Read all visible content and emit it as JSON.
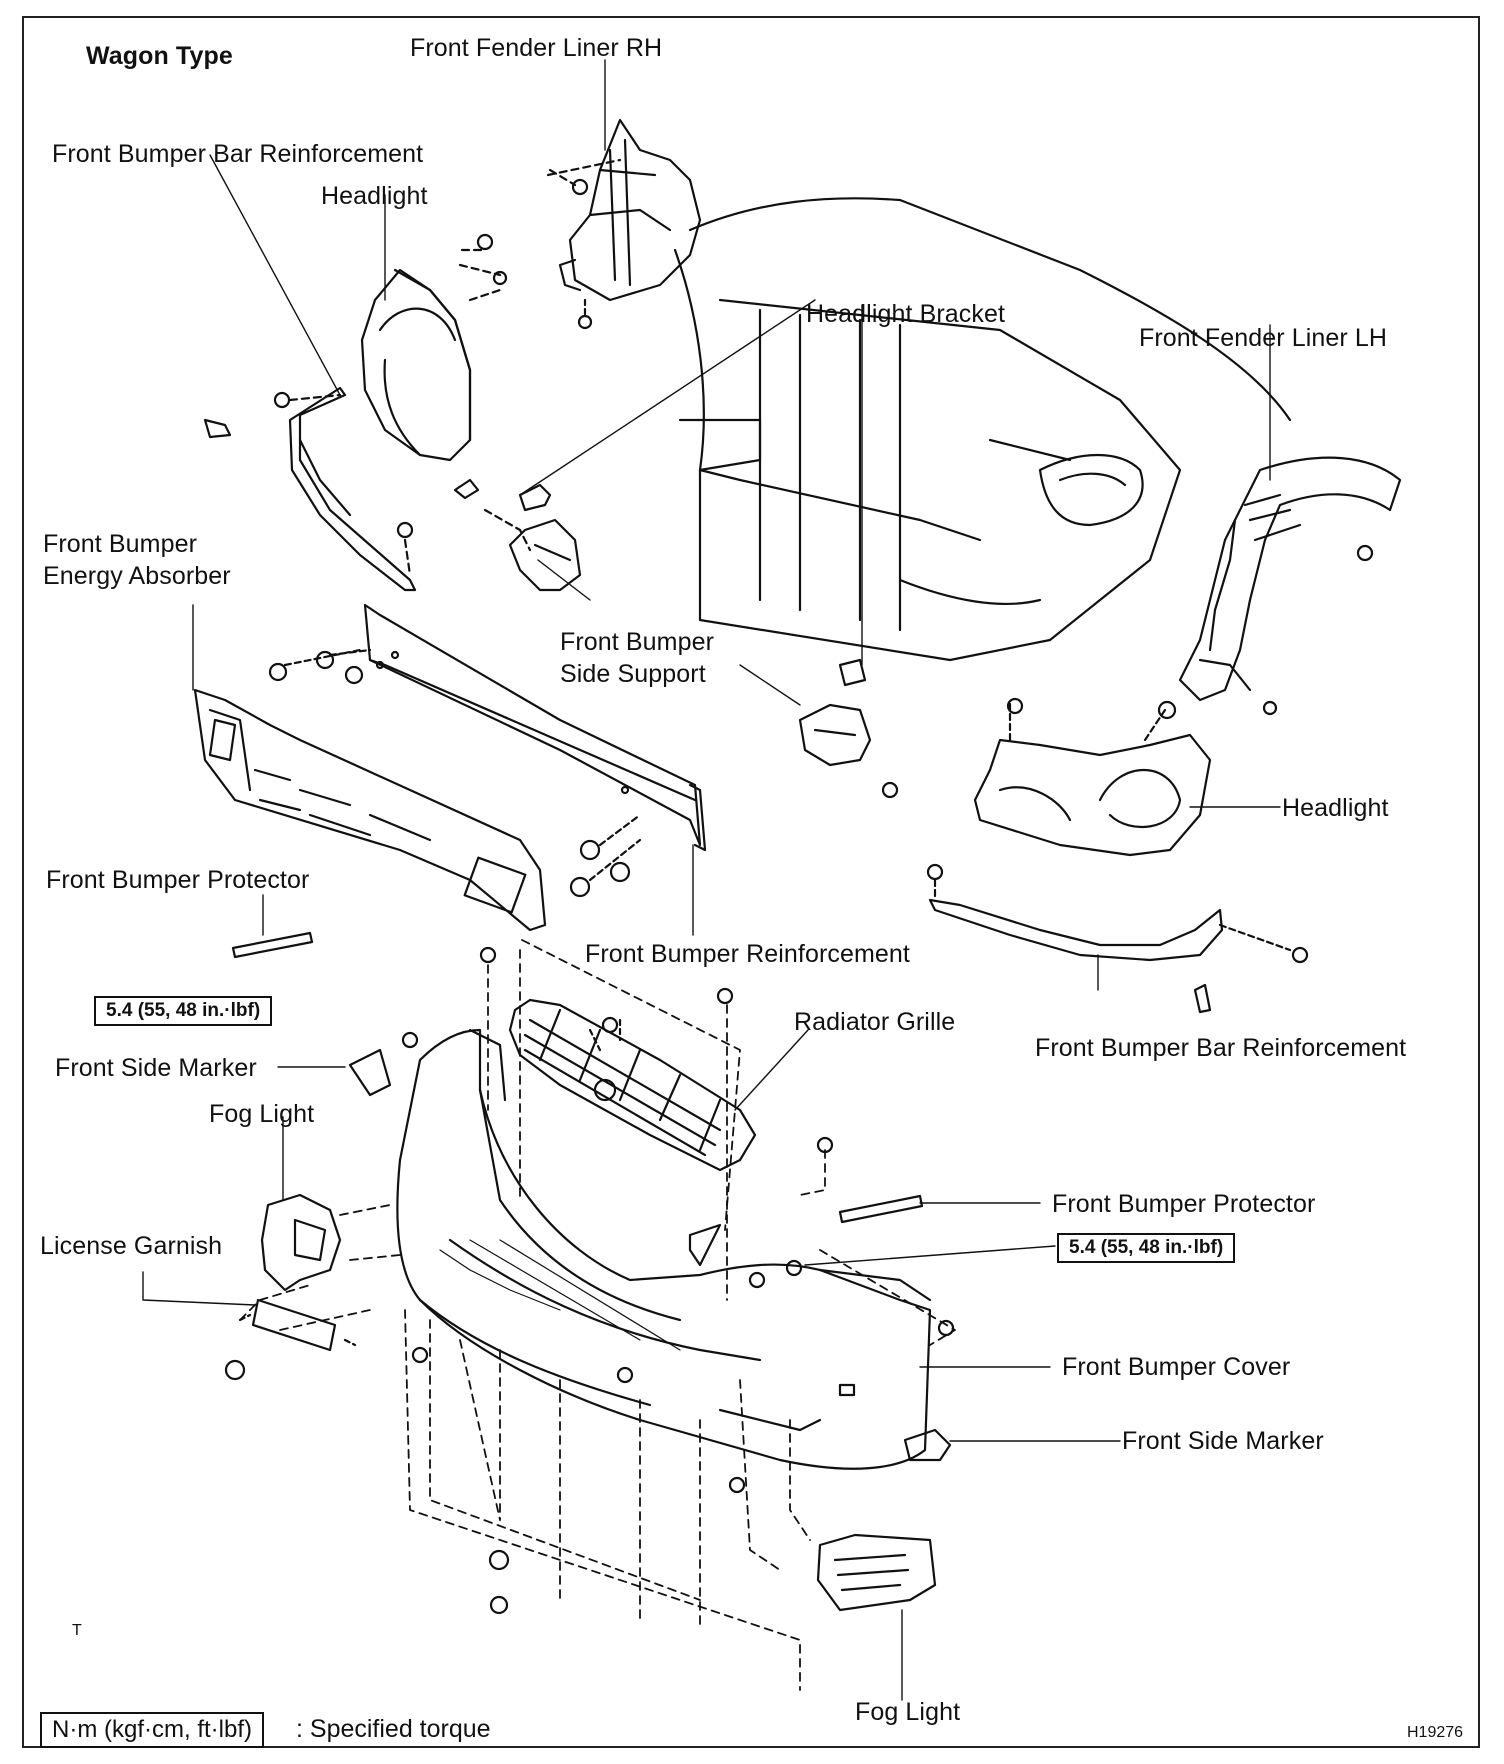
{
  "diagram": {
    "title": "Wagon Type",
    "figure_code": "H19276",
    "corner_mark": "T",
    "labels": {
      "front_fender_liner_rh": "Front Fender Liner RH",
      "front_bumper_bar_reinforcement_top": "Front Bumper Bar Reinforcement",
      "headlight_left": "Headlight",
      "headlight_bracket": "Headlight Bracket",
      "front_fender_liner_lh": "Front Fender Liner LH",
      "front_bumper_energy_absorber_1": "Front Bumper",
      "front_bumper_energy_absorber_2": "Energy Absorber",
      "front_bumper_side_support_1": "Front Bumper",
      "front_bumper_side_support_2": "Side Support",
      "headlight_right": "Headlight",
      "front_bumper_protector_left": "Front Bumper Protector",
      "front_bumper_reinforcement": "Front Bumper Reinforcement",
      "radiator_grille": "Radiator Grille",
      "front_bumper_bar_reinforcement_right": "Front Bumper Bar Reinforcement",
      "front_side_marker_left": "Front Side Marker",
      "fog_light_left": "Fog Light",
      "license_garnish": "License Garnish",
      "front_bumper_protector_right": "Front Bumper Protector",
      "front_bumper_cover": "Front Bumper Cover",
      "front_side_marker_right": "Front Side Marker",
      "fog_light_bottom": "Fog Light"
    },
    "torque_left": "5.4 (55, 48 in.·lbf)",
    "torque_right": "5.4 (55, 48 in.·lbf)",
    "legend": {
      "box": "N·m (kgf·cm, ft·lbf)",
      "text": ": Specified torque"
    }
  }
}
